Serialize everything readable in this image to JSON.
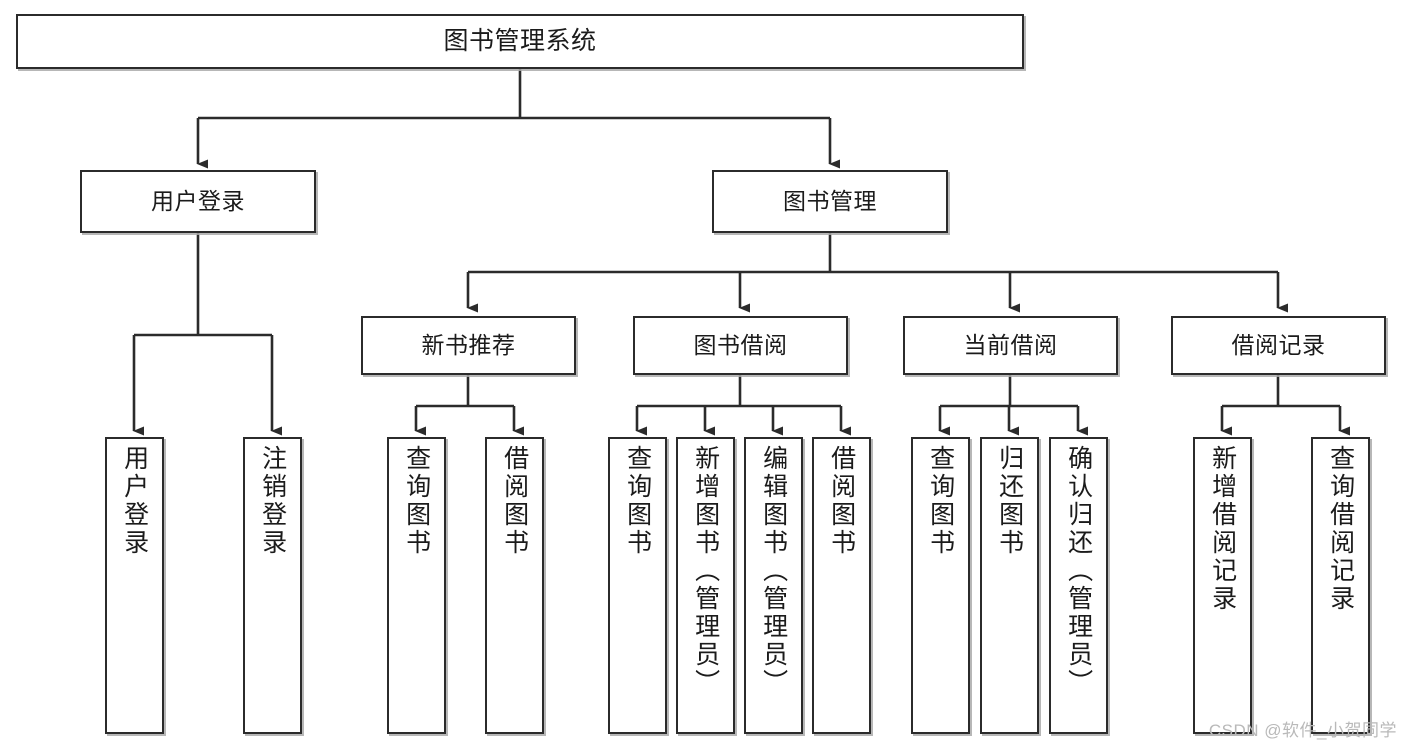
{
  "diagram": {
    "type": "tree",
    "title": "图书管理系统",
    "colors": {
      "node_border": "#2b2b2b",
      "node_fill": "#ffffff",
      "connector": "#2b2b2b",
      "shadow": "#aaaaaa",
      "watermark": "#b9b9b9",
      "text": "#1b1b1b"
    },
    "watermark": "CSDN @软件_小贺同学"
  },
  "nodes": {
    "root": {
      "label": "图书管理系统"
    },
    "level2": [
      {
        "label": "用户登录"
      },
      {
        "label": "图书管理"
      }
    ],
    "level3": [
      {
        "label": "新书推荐"
      },
      {
        "label": "图书借阅"
      },
      {
        "label": "当前借阅"
      },
      {
        "label": "借阅记录"
      }
    ],
    "leaves": {
      "user_login": [
        {
          "label": "用户登录"
        },
        {
          "label": "注销登录"
        }
      ],
      "new_book": [
        {
          "label": "查询图书"
        },
        {
          "label": "借阅图书"
        }
      ],
      "book_borrow": [
        {
          "label": "查询图书"
        },
        {
          "label": "新增图书（管理员）"
        },
        {
          "label": "编辑图书（管理员）"
        },
        {
          "label": "借阅图书"
        }
      ],
      "current_borrow": [
        {
          "label": "查询图书"
        },
        {
          "label": "归还图书"
        },
        {
          "label": "确认归还（管理员）"
        }
      ],
      "borrow_record": [
        {
          "label": "新增借阅记录"
        },
        {
          "label": "查询借阅记录"
        }
      ]
    }
  }
}
